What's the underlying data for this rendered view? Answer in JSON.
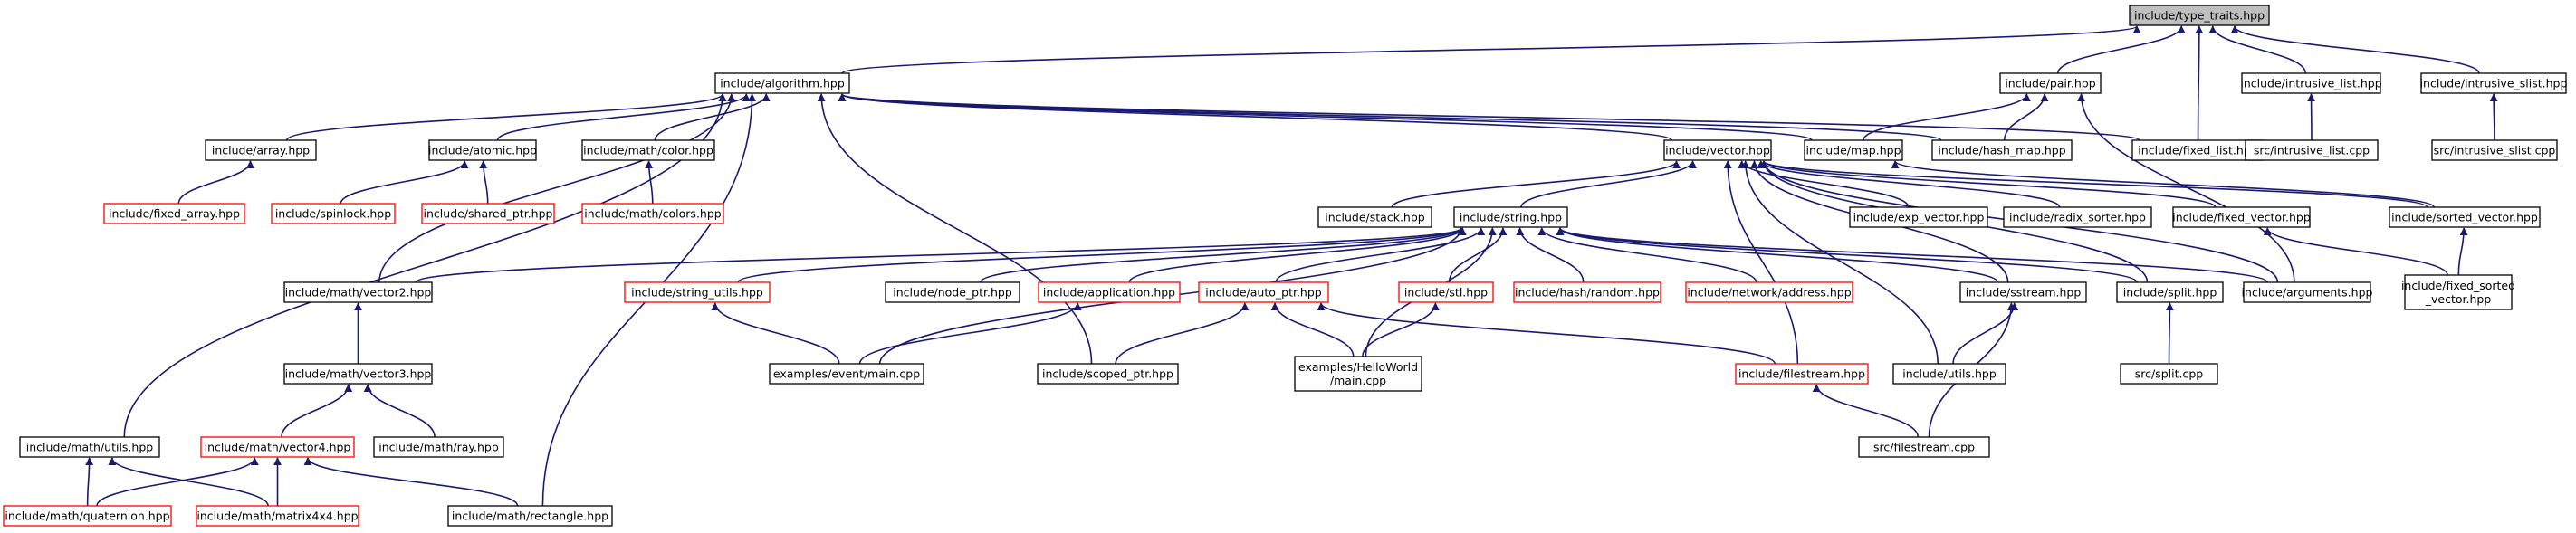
{
  "colors": {
    "edge": "#191970",
    "root_fill": "#bfbfbf",
    "node_border": "#000000",
    "missing_border": "#ff0000",
    "node_fill": "#ffffff"
  },
  "nodes": [
    {
      "id": "type_traits",
      "label": "include/type_traits.hpp",
      "style": "root"
    },
    {
      "id": "algorithm",
      "label": "include/algorithm.hpp",
      "style": "normal"
    },
    {
      "id": "pair",
      "label": "include/pair.hpp",
      "style": "normal"
    },
    {
      "id": "intrusive_list",
      "label": "include/intrusive_list.hpp",
      "style": "normal"
    },
    {
      "id": "intrusive_slist",
      "label": "include/intrusive_slist.hpp",
      "style": "normal"
    },
    {
      "id": "array",
      "label": "include/array.hpp",
      "style": "normal"
    },
    {
      "id": "atomic",
      "label": "include/atomic.hpp",
      "style": "normal"
    },
    {
      "id": "color",
      "label": "include/math/color.hpp",
      "style": "normal"
    },
    {
      "id": "vector",
      "label": "include/vector.hpp",
      "style": "normal"
    },
    {
      "id": "map",
      "label": "include/map.hpp",
      "style": "normal"
    },
    {
      "id": "hash_map",
      "label": "include/hash_map.hpp",
      "style": "normal"
    },
    {
      "id": "fixed_list",
      "label": "include/fixed_list.hpp",
      "style": "normal"
    },
    {
      "id": "intrusive_list_cpp",
      "label": "src/intrusive_list.cpp",
      "style": "normal"
    },
    {
      "id": "intrusive_slist_cpp",
      "label": "src/intrusive_slist.cpp",
      "style": "normal"
    },
    {
      "id": "fixed_array",
      "label": "include/fixed_array.hpp",
      "style": "missing"
    },
    {
      "id": "spinlock",
      "label": "include/spinlock.hpp",
      "style": "missing"
    },
    {
      "id": "shared_ptr",
      "label": "include/shared_ptr.hpp",
      "style": "missing"
    },
    {
      "id": "colors",
      "label": "include/math/colors.hpp",
      "style": "missing"
    },
    {
      "id": "stack",
      "label": "include/stack.hpp",
      "style": "normal"
    },
    {
      "id": "string",
      "label": "include/string.hpp",
      "style": "normal"
    },
    {
      "id": "exp_vector",
      "label": "include/exp_vector.hpp",
      "style": "normal"
    },
    {
      "id": "radix_sorter",
      "label": "include/radix_sorter.hpp",
      "style": "normal"
    },
    {
      "id": "fixed_vector",
      "label": "include/fixed_vector.hpp",
      "style": "normal"
    },
    {
      "id": "sorted_vector",
      "label": "include/sorted_vector.hpp",
      "style": "normal"
    },
    {
      "id": "vector2",
      "label": "include/math/vector2.hpp",
      "style": "normal"
    },
    {
      "id": "string_utils",
      "label": "include/string_utils.hpp",
      "style": "missing"
    },
    {
      "id": "node_ptr",
      "label": "include/node_ptr.hpp",
      "style": "normal"
    },
    {
      "id": "application",
      "label": "include/application.hpp",
      "style": "missing"
    },
    {
      "id": "auto_ptr",
      "label": "include/auto_ptr.hpp",
      "style": "missing"
    },
    {
      "id": "stl",
      "label": "include/stl.hpp",
      "style": "missing"
    },
    {
      "id": "random",
      "label": "include/hash/random.hpp",
      "style": "missing"
    },
    {
      "id": "address",
      "label": "include/network/address.hpp",
      "style": "missing"
    },
    {
      "id": "sstream",
      "label": "include/sstream.hpp",
      "style": "normal"
    },
    {
      "id": "split",
      "label": "include/split.hpp",
      "style": "normal"
    },
    {
      "id": "arguments",
      "label": "include/arguments.hpp",
      "style": "normal"
    },
    {
      "id": "fixed_sorted_vector",
      "label": "include/fixed_sorted\n_vector.hpp",
      "style": "normal"
    },
    {
      "id": "vector3",
      "label": "include/math/vector3.hpp",
      "style": "normal"
    },
    {
      "id": "event_main",
      "label": "examples/event/main.cpp",
      "style": "normal"
    },
    {
      "id": "scoped_ptr",
      "label": "include/scoped_ptr.hpp",
      "style": "normal"
    },
    {
      "id": "helloworld_main",
      "label": "examples/HelloWorld\n/main.cpp",
      "style": "normal"
    },
    {
      "id": "filestream",
      "label": "include/filestream.hpp",
      "style": "missing"
    },
    {
      "id": "utils",
      "label": "include/utils.hpp",
      "style": "normal"
    },
    {
      "id": "split_cpp",
      "label": "src/split.cpp",
      "style": "normal"
    },
    {
      "id": "math_utils",
      "label": "include/math/utils.hpp",
      "style": "normal"
    },
    {
      "id": "vector4",
      "label": "include/math/vector4.hpp",
      "style": "missing"
    },
    {
      "id": "ray",
      "label": "include/math/ray.hpp",
      "style": "normal"
    },
    {
      "id": "filestream_cpp",
      "label": "src/filestream.cpp",
      "style": "normal"
    },
    {
      "id": "quaternion",
      "label": "include/math/quaternion.hpp",
      "style": "missing"
    },
    {
      "id": "matrix4x4",
      "label": "include/math/matrix4x4.hpp",
      "style": "missing"
    },
    {
      "id": "rectangle",
      "label": "include/math/rectangle.hpp",
      "style": "normal"
    }
  ],
  "edges": [
    [
      "algorithm",
      "type_traits"
    ],
    [
      "pair",
      "type_traits"
    ],
    [
      "intrusive_list",
      "type_traits"
    ],
    [
      "intrusive_slist",
      "type_traits"
    ],
    [
      "fixed_list",
      "type_traits"
    ],
    [
      "array",
      "algorithm"
    ],
    [
      "atomic",
      "algorithm"
    ],
    [
      "color",
      "algorithm"
    ],
    [
      "vector",
      "algorithm"
    ],
    [
      "map",
      "algorithm"
    ],
    [
      "hash_map",
      "algorithm"
    ],
    [
      "fixed_list",
      "algorithm"
    ],
    [
      "vector2",
      "algorithm"
    ],
    [
      "math_utils",
      "algorithm"
    ],
    [
      "scoped_ptr",
      "algorithm"
    ],
    [
      "rectangle",
      "algorithm"
    ],
    [
      "map",
      "pair"
    ],
    [
      "hash_map",
      "pair"
    ],
    [
      "arguments",
      "pair"
    ],
    [
      "intrusive_list_cpp",
      "intrusive_list"
    ],
    [
      "intrusive_slist_cpp",
      "intrusive_slist"
    ],
    [
      "fixed_array",
      "array"
    ],
    [
      "spinlock",
      "atomic"
    ],
    [
      "shared_ptr",
      "atomic"
    ],
    [
      "colors",
      "color"
    ],
    [
      "stack",
      "vector"
    ],
    [
      "string",
      "vector"
    ],
    [
      "exp_vector",
      "vector"
    ],
    [
      "radix_sorter",
      "vector"
    ],
    [
      "fixed_vector",
      "vector"
    ],
    [
      "sorted_vector",
      "vector"
    ],
    [
      "sstream",
      "vector"
    ],
    [
      "split",
      "vector"
    ],
    [
      "arguments",
      "vector"
    ],
    [
      "utils",
      "vector"
    ],
    [
      "filestream",
      "vector"
    ],
    [
      "sorted_vector",
      "map"
    ],
    [
      "vector2",
      "string"
    ],
    [
      "string_utils",
      "string"
    ],
    [
      "node_ptr",
      "string"
    ],
    [
      "application",
      "string"
    ],
    [
      "auto_ptr",
      "string"
    ],
    [
      "stl",
      "string"
    ],
    [
      "random",
      "string"
    ],
    [
      "address",
      "string"
    ],
    [
      "sstream",
      "string"
    ],
    [
      "split",
      "string"
    ],
    [
      "arguments",
      "string"
    ],
    [
      "event_main",
      "string"
    ],
    [
      "helloworld_main",
      "string"
    ],
    [
      "fixed_sorted_vector",
      "fixed_vector"
    ],
    [
      "fixed_sorted_vector",
      "sorted_vector"
    ],
    [
      "vector3",
      "vector2"
    ],
    [
      "event_main",
      "string_utils"
    ],
    [
      "event_main",
      "application"
    ],
    [
      "scoped_ptr",
      "auto_ptr"
    ],
    [
      "helloworld_main",
      "auto_ptr"
    ],
    [
      "filestream",
      "auto_ptr"
    ],
    [
      "helloworld_main",
      "stl"
    ],
    [
      "utils",
      "sstream"
    ],
    [
      "filestream_cpp",
      "sstream"
    ],
    [
      "split_cpp",
      "split"
    ],
    [
      "vector4",
      "vector3"
    ],
    [
      "ray",
      "vector3"
    ],
    [
      "quaternion",
      "math_utils"
    ],
    [
      "matrix4x4",
      "math_utils"
    ],
    [
      "quaternion",
      "vector4"
    ],
    [
      "matrix4x4",
      "vector4"
    ],
    [
      "rectangle",
      "vector4"
    ],
    [
      "filestream_cpp",
      "filestream"
    ]
  ]
}
